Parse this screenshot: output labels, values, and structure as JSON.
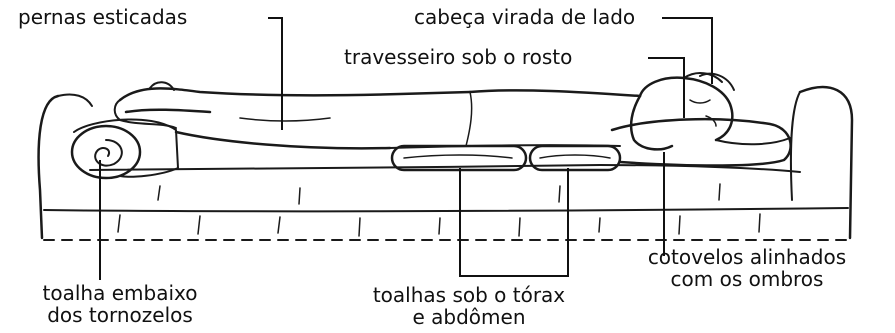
{
  "labels": {
    "legs": "pernas esticadas",
    "head": "cabeça virada de lado",
    "pillow": "travesseiro sob o rosto",
    "elbows_line1": "cotovelos alinhados",
    "elbows_line2": "com os ombros",
    "ankle_towel_line1": "toalha embaixo",
    "ankle_towel_line2": "dos tornozelos",
    "torso_towels_line1": "toalhas sob o tórax",
    "torso_towels_line2": "e abdômen"
  }
}
